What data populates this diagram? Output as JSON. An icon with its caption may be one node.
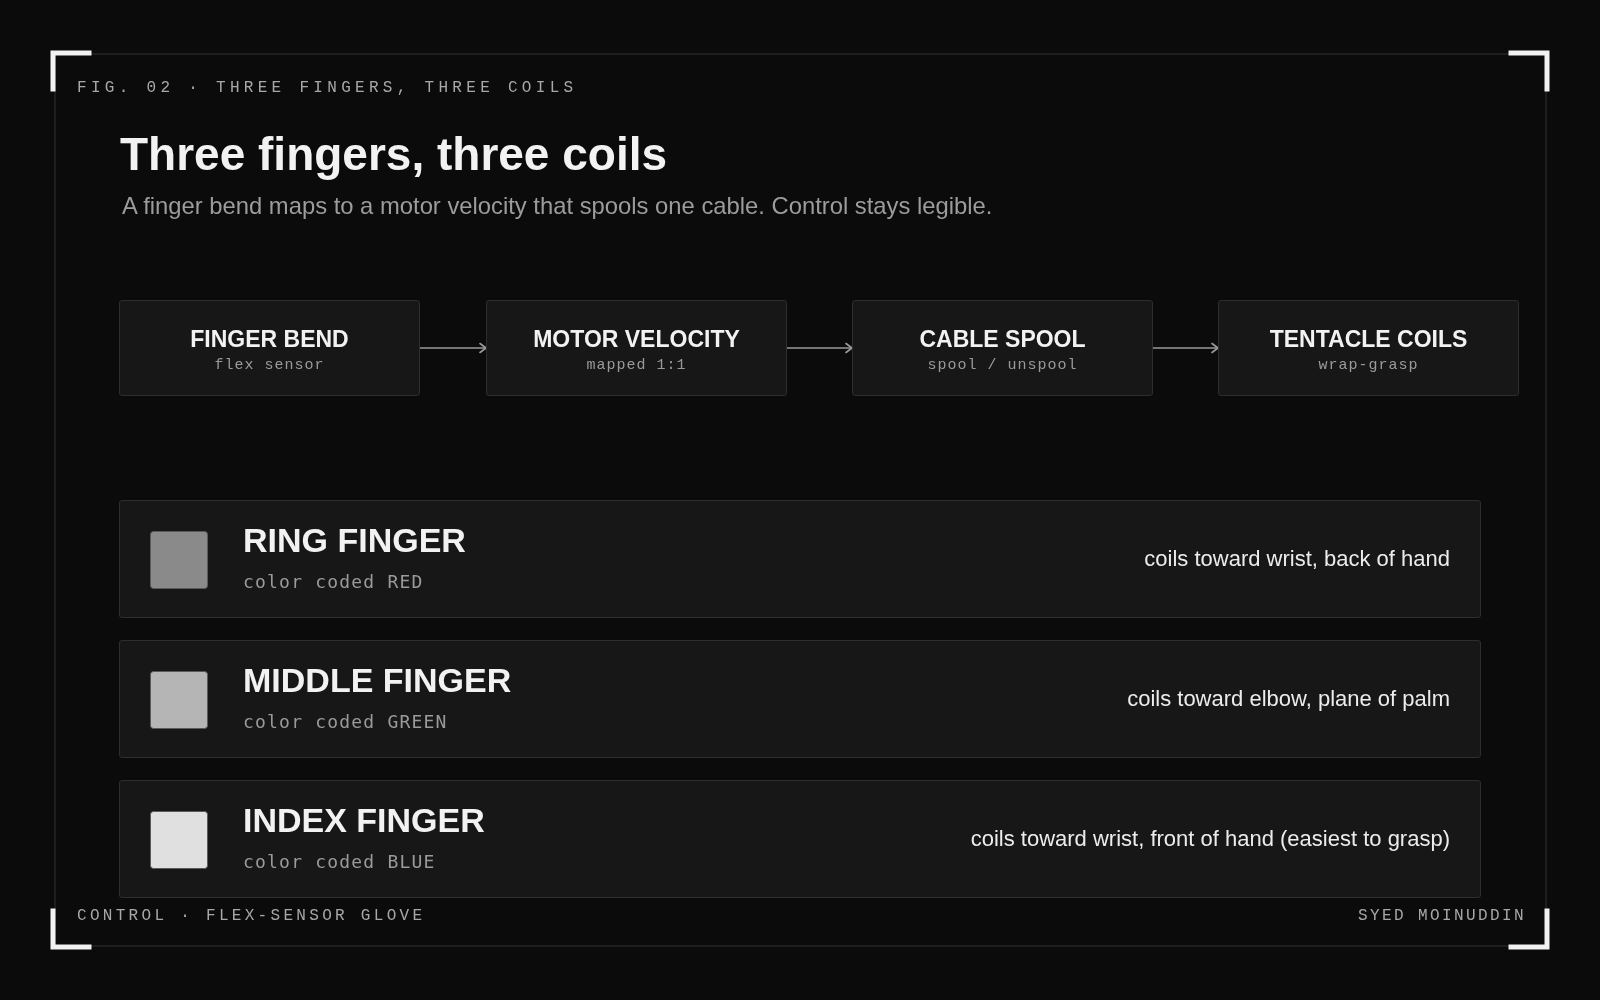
{
  "diagram": {
    "title": "Three fingers, three coils",
    "caption": "A finger bend maps to a motor velocity that spools one cable. Control stays legible.",
    "nodes": [
      {
        "text": [
          "FINGER BEND",
          "flex sensor"
        ]
      },
      {
        "text": [
          "MOTOR VELOCITY",
          "mapped 1:1"
        ]
      },
      {
        "text": [
          "CABLE SPOOL",
          "spool / unspool"
        ]
      },
      {
        "text": [
          "TENTACLE COILS",
          "wrap-grasp"
        ]
      },
      {
        "text": [
          "RING FINGER",
          "color coded RED",
          "coils toward wrist, back of hand"
        ]
      },
      {
        "text": [
          "MIDDLE FINGER",
          "color coded GREEN",
          "coils toward elbow, plane of palm"
        ]
      },
      {
        "text": [
          "INDEX FINGER",
          "color coded BLUE",
          "coils toward wrist, front of hand (easiest to grasp)"
        ]
      }
    ],
    "edges": [
      {
        "from": 0,
        "to": 1,
        "arrow": "to"
      },
      {
        "from": 1,
        "to": 2,
        "arrow": "to"
      },
      {
        "from": 2,
        "to": 3,
        "arrow": "to"
      }
    ],
    "labels": [
      "FIG. 02 · THREE FINGERS, THREE COILS",
      "CONTROL · FLEX-SENSOR GLOVE",
      "SYED MOINUDDIN"
    ]
  }
}
